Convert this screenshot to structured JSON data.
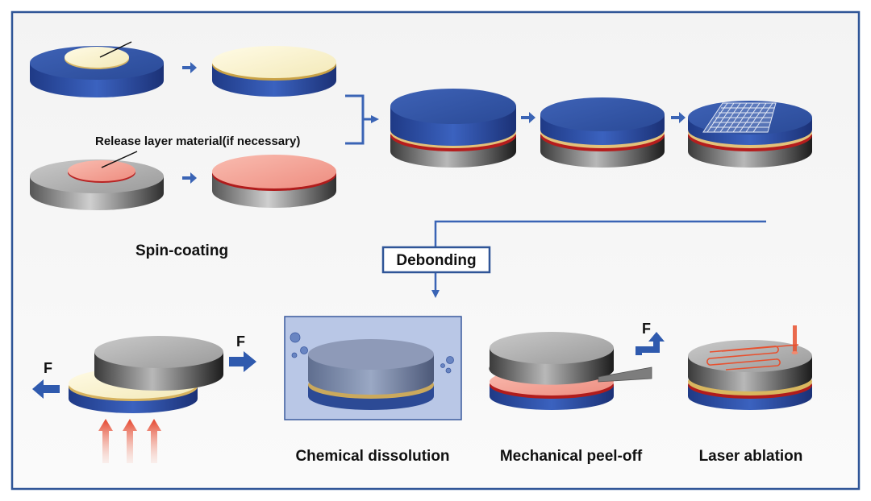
{
  "labels": {
    "release_layer": "Release layer material(if necessary)",
    "spin_coating": "Spin-coating",
    "debonding": "Debonding",
    "chemical_dissolution": "Chemical dissolution",
    "mechanical_peel_off": "Mechanical peel-off",
    "laser_ablation": "Laser ablation",
    "force_left": "F",
    "force_right": "F",
    "force_peel": "F"
  },
  "colors": {
    "frame": "#2f5597",
    "wafer_blue": "#2f4f9e",
    "wafer_blue_top": "#3a5cae",
    "wafer_gray": "#8e8e8e",
    "adhesive_cream": "#fbf5d6",
    "release_pink": "#f4a69a",
    "release_red": "#c62020",
    "arrow_blue": "#3a64b5",
    "heat_arrow": "#e8502e",
    "solvent_bg": "#b9c7e6"
  }
}
